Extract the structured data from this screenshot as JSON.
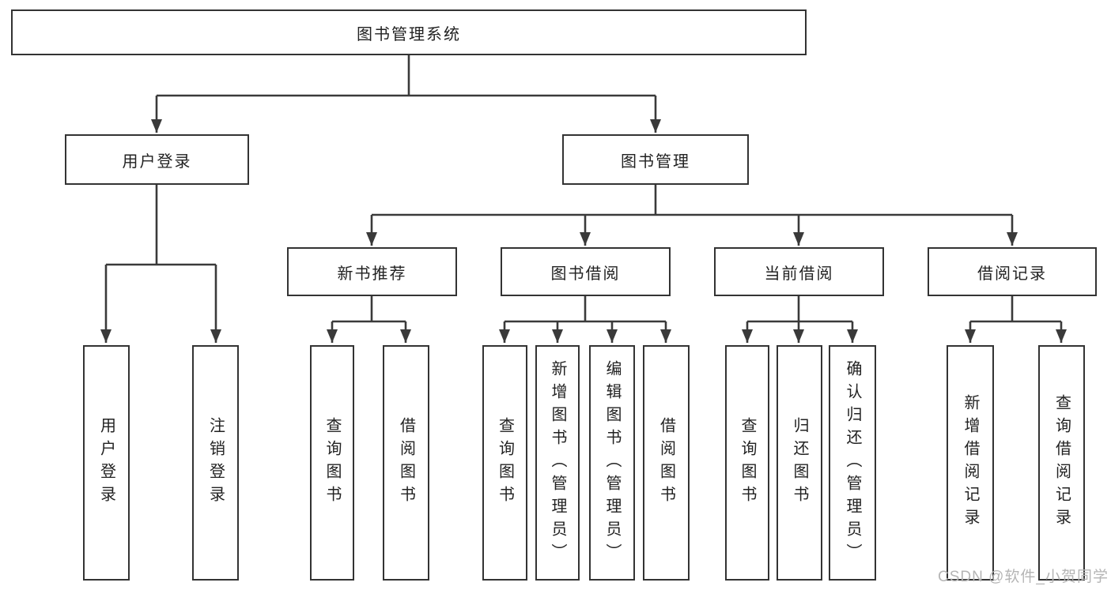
{
  "diagram": {
    "root": {
      "label": "图书管理系统"
    },
    "level2": [
      {
        "label": "用户登录"
      },
      {
        "label": "图书管理"
      }
    ],
    "level3": [
      {
        "label": "新书推荐",
        "parent": "图书管理"
      },
      {
        "label": "图书借阅",
        "parent": "图书管理"
      },
      {
        "label": "当前借阅",
        "parent": "图书管理"
      },
      {
        "label": "借阅记录",
        "parent": "图书管理"
      }
    ],
    "leaves": [
      {
        "label": "用户登录",
        "parent": "用户登录"
      },
      {
        "label": "注销登录",
        "parent": "用户登录"
      },
      {
        "label": "查询图书",
        "parent": "新书推荐"
      },
      {
        "label": "借阅图书",
        "parent": "新书推荐"
      },
      {
        "label": "查询图书",
        "parent": "图书借阅"
      },
      {
        "label": "新增图书（管理员）",
        "parent": "图书借阅"
      },
      {
        "label": "编辑图书（管理员）",
        "parent": "图书借阅"
      },
      {
        "label": "借阅图书",
        "parent": "图书借阅"
      },
      {
        "label": "查询图书",
        "parent": "当前借阅"
      },
      {
        "label": "归还图书",
        "parent": "当前借阅"
      },
      {
        "label": "确认归还（管理员）",
        "parent": "当前借阅"
      },
      {
        "label": "新增借阅记录",
        "parent": "借阅记录"
      },
      {
        "label": "查询借阅记录",
        "parent": "借阅记录"
      }
    ]
  },
  "watermark": "CSDN @软件_小贺同学",
  "colors": {
    "line": "#3a3a3a",
    "box_border": "#333333",
    "text": "#222222",
    "background": "#ffffff",
    "watermark": "#b5b5b5"
  }
}
